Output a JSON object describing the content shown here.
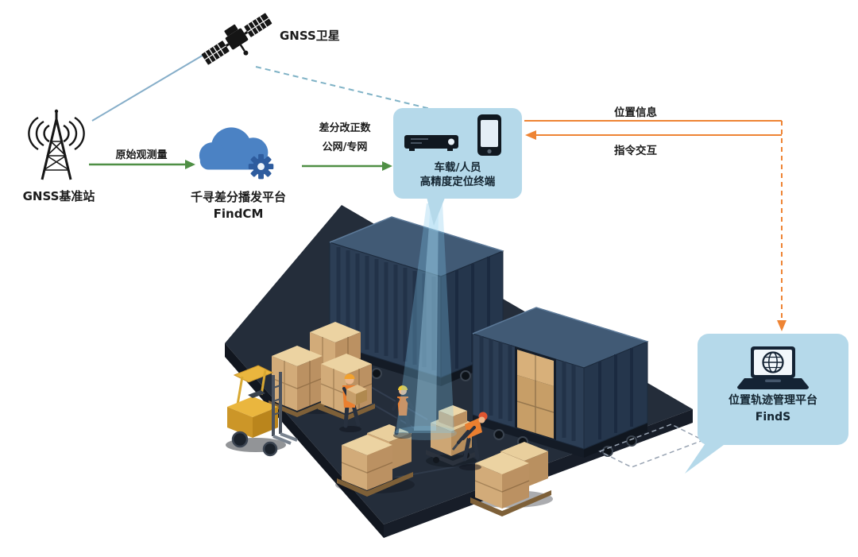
{
  "nodes": {
    "satellite": {
      "label": "GNSS卫星"
    },
    "base_station": {
      "label": "GNSS基准站"
    },
    "cloud_platform": {
      "title": "千寻差分播发平台",
      "subtitle": "FindCM"
    },
    "terminal": {
      "line1": "车载/人员",
      "line2": "高精度定位终端"
    },
    "finds_platform": {
      "title": "位置轨迹管理平台",
      "subtitle": "FindS"
    }
  },
  "links": {
    "raw_observation": {
      "label": "原始观测量"
    },
    "corrections": {
      "line1": "差分改正数",
      "line2": "公网/专网"
    },
    "position_info": {
      "label": "位置信息"
    },
    "command_exchange": {
      "label": "指令交互"
    }
  },
  "icons": {
    "satellite": "satellite-icon",
    "base_station": "radio-tower-icon",
    "cloud_platform": "cloud-gear-icon",
    "terminal_unit": "vehicle-terminal-icon",
    "terminal_phone": "smartphone-icon",
    "finds_platform": "laptop-globe-icon"
  },
  "colors": {
    "bubble_blue": "#b5d9ea",
    "cloud_blue": "#4b82c4",
    "gear_blue": "#2e5c9e",
    "arrow_green": "#4f8f45",
    "arrow_orange": "#ee8434",
    "link_blue": "#86aec9",
    "beam_blue": "#7fc6ea",
    "container_navy": "#2c3e55",
    "platform_dark": "#242d3a",
    "carton_tan": "#d2ab79",
    "forklift_yellow": "#eab63e",
    "vest_orange": "#ea7f30",
    "ink": "#1b1b1b"
  }
}
